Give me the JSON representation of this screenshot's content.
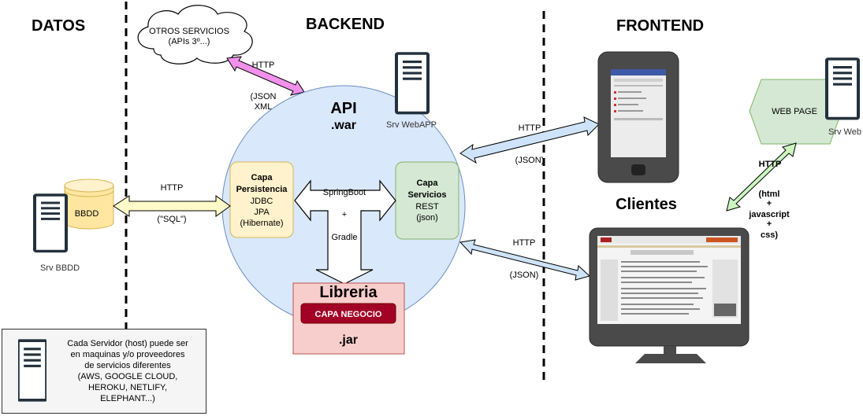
{
  "sections": {
    "datos": "DATOS",
    "backend": "BACKEND",
    "frontend": "FRONTEND"
  },
  "otros_servicios": {
    "line1": "OTROS SERVICIOS",
    "line2": "(APIs 3º...)"
  },
  "api": {
    "title": "API",
    "subtitle": ".war"
  },
  "srv_webapp": "Srv WebAPP",
  "srv_bbdd": "Srv BBDD",
  "srv_web": "Srv Web",
  "bbdd": "BBDD",
  "capa_persistencia": {
    "line1": "Capa",
    "line2": "Persistencia",
    "line3": "JDBC",
    "line4": "JPA",
    "line5": "(Hibernate)"
  },
  "capa_servicios": {
    "line1": "Capa",
    "line2": "Servicios",
    "line3": "REST",
    "line4": "(json)"
  },
  "build": {
    "springboot": "SpringBoot",
    "plus": "+",
    "gradle": "Gradle"
  },
  "libreria": {
    "title": "Libreria",
    "capa_negocio": "CAPA NEGOCIO",
    "jar": ".jar"
  },
  "web_page": "WEB PAGE",
  "clientes": "Clientes",
  "arrows": {
    "otros": {
      "proto": "HTTP",
      "fmt1": "(JSON",
      "fmt2": "XML",
      "fmt3": "...)"
    },
    "bbdd": {
      "proto": "HTTP",
      "fmt": "(\"SQL\")"
    },
    "mobile": {
      "proto": "HTTP",
      "fmt": "(JSON)"
    },
    "desktop": {
      "proto": "HTTP",
      "fmt": "(JSON)"
    },
    "web": {
      "proto": "HTTP",
      "fmt1": "(html",
      "fmt2": "+",
      "fmt3": "javascript",
      "fmt4": "+",
      "fmt5": "css)"
    }
  },
  "legend": {
    "lines": [
      "Cada Servidor (host) puede ser",
      "en maquinas y/o proveedores",
      "de servicios diferentes",
      "(AWS, GOOGLE CLOUD,",
      "HEROKU, NETLIFY,",
      "ELEPHANT...)"
    ]
  },
  "colors": {
    "api_fill": "#dae8fc",
    "persistencia_fill": "#fff2cc",
    "servicios_fill": "#d5e8d4",
    "libreria_fill": "#f8cecc",
    "negocio_fill": "#a20025",
    "arrow_pink": "#f191ec",
    "arrow_blue": "#cfe3f8",
    "arrow_yellow": "#fffbc8",
    "arrow_green": "#ccf5c0",
    "server_dark": "#23313d"
  }
}
